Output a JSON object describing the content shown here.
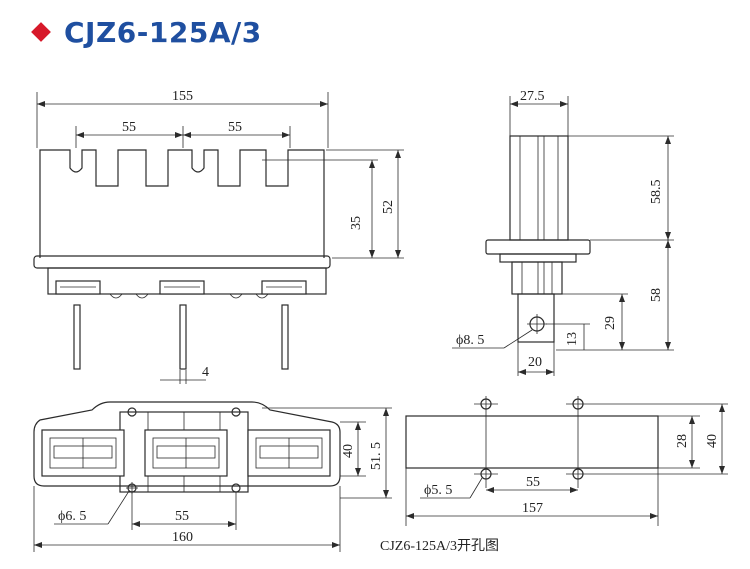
{
  "title": "CJZ6-125A/3",
  "colors": {
    "title_text": "#1f4fa0",
    "diamond": "#d7192a"
  },
  "icons": {
    "title_marker": "diamond-icon"
  },
  "front_view": {
    "width": "155",
    "pitch_left": "55",
    "pitch_right": "55",
    "h_slot": "35",
    "h_total": "52",
    "pin_width": "4"
  },
  "side_view": {
    "thickness": "27.5",
    "h_upper": "58.5",
    "h_lower": "58",
    "hole_dia": "ϕ8. 5",
    "h_29": "29",
    "h_13": "13",
    "w_20": "20"
  },
  "bottom_view": {
    "hole_dia": "ϕ6. 5",
    "pitch": "55",
    "length": "160",
    "h_40": "40",
    "h_51_5": "51. 5"
  },
  "cutout_view": {
    "hole_dia": "ϕ5. 5",
    "pitch": "55",
    "length": "157",
    "h_28": "28",
    "h_40": "40",
    "caption": "CJZ6-125A/3开孔图"
  }
}
